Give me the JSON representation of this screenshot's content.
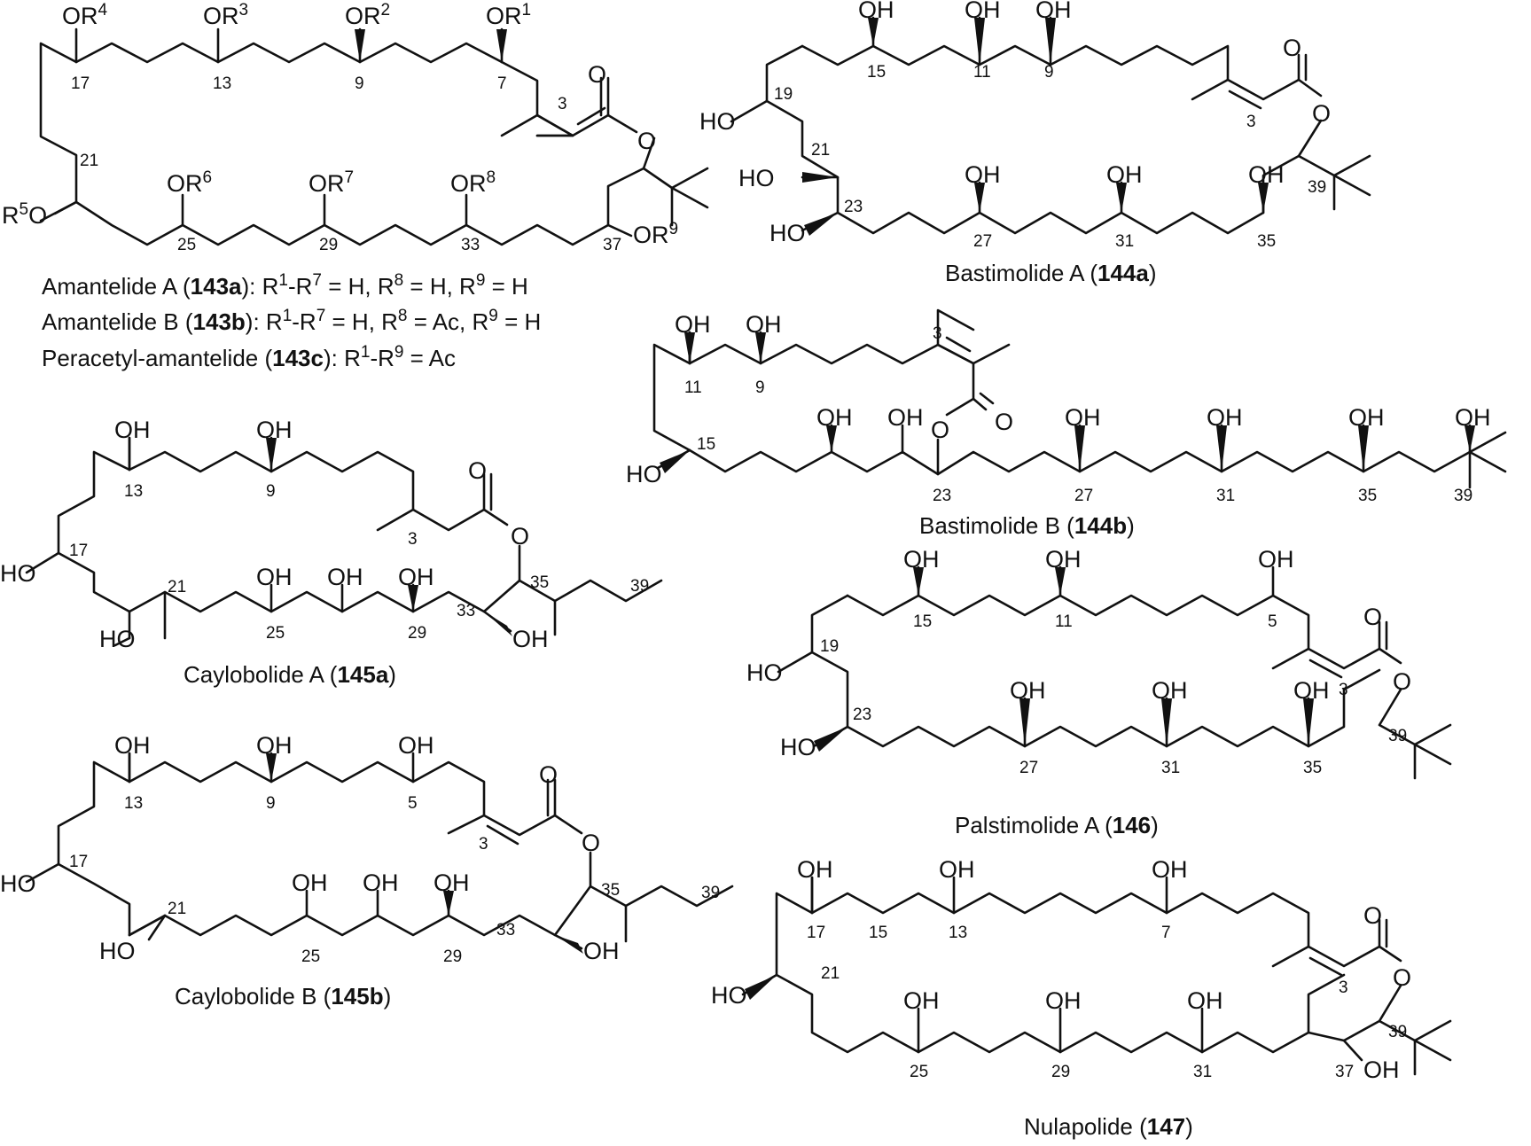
{
  "atoms": {
    "OH": "OH",
    "HO": "HO",
    "O": "O",
    "OR1": "OR",
    "OR2": "OR",
    "OR3": "OR",
    "OR4": "OR",
    "R5O": "O",
    "OR6": "OR",
    "OR7": "OR",
    "OR8": "OR",
    "OR9": "OR",
    "sup": {
      "1": "1",
      "2": "2",
      "3": "3",
      "4": "4",
      "5": "5",
      "6": "6",
      "7": "7",
      "8": "8",
      "9": "9"
    },
    "R5": "R"
  },
  "numbers": {
    "n3": "3",
    "n5": "5",
    "n7": "7",
    "n9": "9",
    "n11": "11",
    "n13": "13",
    "n15": "15",
    "n17": "17",
    "n19": "19",
    "n21": "21",
    "n23": "23",
    "n25": "25",
    "n27": "27",
    "n29": "29",
    "n31": "31",
    "n33": "33",
    "n35": "35",
    "n37": "37",
    "n39": "39"
  },
  "captions": {
    "amantelide_a": {
      "name": "Amantelide A (",
      "id": "143a",
      "rest": "): R1-R7 = H, R8 = H, R9 = H"
    },
    "amantelide_b": {
      "name": "Amantelide B (",
      "id": "143b",
      "rest": "): R1-R7 = H, R8 = Ac, R9 = H"
    },
    "peracetyl": {
      "name": "Peracetyl-amantelide (",
      "id": "143c",
      "rest": "):  R1-R9 = Ac"
    },
    "bastimolide_a": {
      "name": "Bastimolide A (",
      "id": "144a",
      "close": ")"
    },
    "bastimolide_b": {
      "name": "Bastimolide B (",
      "id": "144b",
      "close": ")"
    },
    "caylobolide_a": {
      "name": "Caylobolide A (",
      "id": "145a",
      "close": ")"
    },
    "caylobolide_b": {
      "name": "Caylobolide B (",
      "id": "145b",
      "close": ")"
    },
    "palstimolide_a": {
      "name": "Palstimolide A (",
      "id": "146",
      "close": ")"
    },
    "nulapolide": {
      "name": "Nulapolide (",
      "id": "147",
      "close": ")"
    }
  },
  "caption_parts": {
    "r1": "R",
    "one": "1",
    "dash": "-R",
    "seven": "7",
    "eqH1": " = H, R",
    "eight": "8",
    "eqH2": " = H, R",
    "eqAc": " = Ac, R",
    "nine": "9",
    "eqH3": " = H",
    "nine2": "9",
    "eqAcEnd": " = Ac"
  }
}
